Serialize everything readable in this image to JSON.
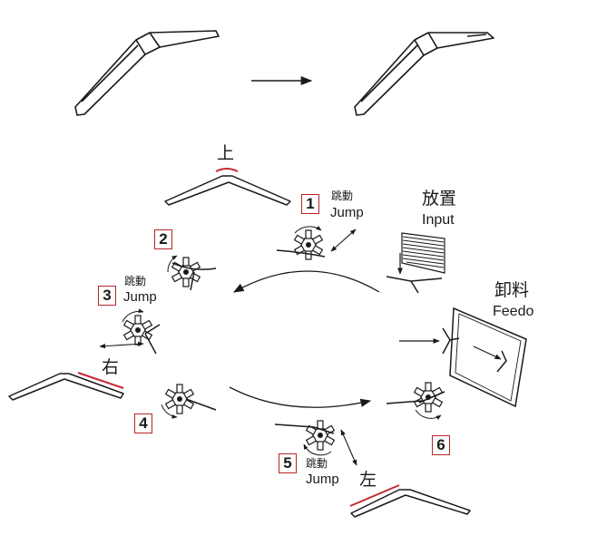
{
  "labels": {
    "top": "上",
    "right_side": "右",
    "left_side": "左",
    "input_cn": "放置",
    "input_en": "Input",
    "feed_cn": "卸料",
    "feed_en": "Feedo"
  },
  "steps": [
    {
      "number": "1",
      "action_cn": "跳動",
      "action_en": "Jump"
    },
    {
      "number": "2"
    },
    {
      "number": "3",
      "action_cn": "跳動",
      "action_en": "Jump"
    },
    {
      "number": "4"
    },
    {
      "number": "5",
      "action_cn": "跳動",
      "action_en": "Jump"
    },
    {
      "number": "6"
    }
  ],
  "colors": {
    "line": "#1a1a1a",
    "accent": "#c8282e",
    "box_border": "#b3262b"
  }
}
